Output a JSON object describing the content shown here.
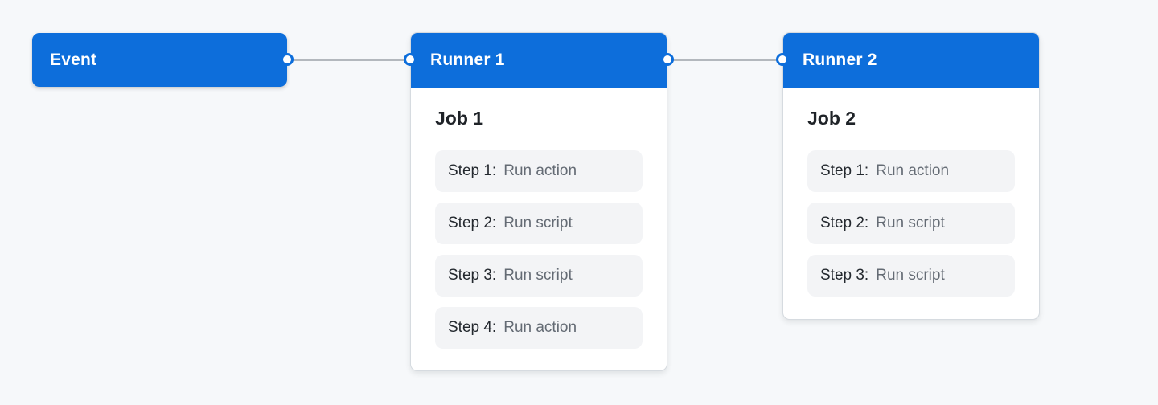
{
  "diagram": {
    "event": {
      "label": "Event"
    },
    "runners": [
      {
        "label": "Runner 1",
        "job": {
          "title": "Job 1",
          "steps": [
            {
              "label": "Step 1:",
              "desc": "Run action"
            },
            {
              "label": "Step 2:",
              "desc": "Run script"
            },
            {
              "label": "Step 3:",
              "desc": "Run script"
            },
            {
              "label": "Step 4:",
              "desc": "Run action"
            }
          ]
        }
      },
      {
        "label": "Runner 2",
        "job": {
          "title": "Job 2",
          "steps": [
            {
              "label": "Step 1:",
              "desc": "Run action"
            },
            {
              "label": "Step 2:",
              "desc": "Run script"
            },
            {
              "label": "Step 3:",
              "desc": "Run script"
            }
          ]
        }
      }
    ],
    "colors": {
      "accent_blue": "#0d6edb",
      "connector_gray": "#b3b8bd",
      "background": "#f6f8fa",
      "step_background": "#f3f4f6",
      "text_dark": "#1f2328",
      "text_gray": "#646b74"
    }
  }
}
